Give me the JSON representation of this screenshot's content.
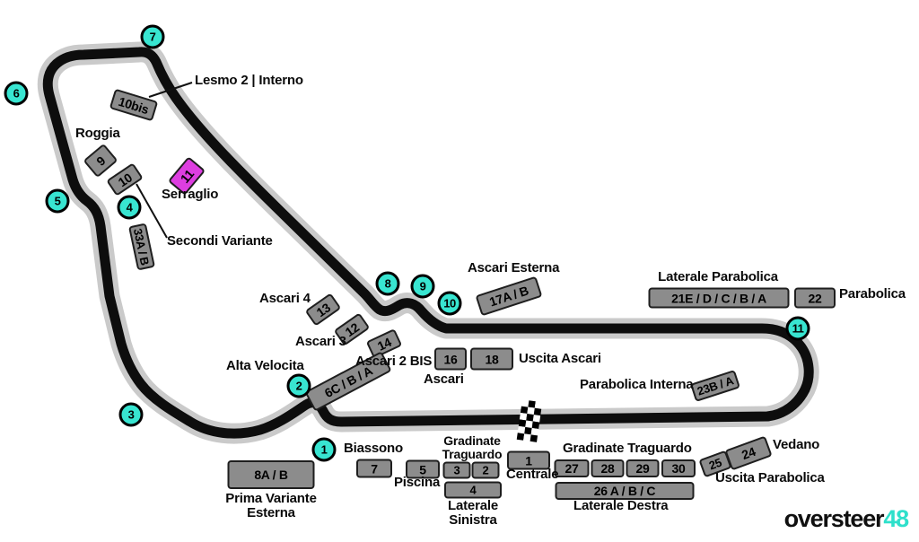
{
  "colors": {
    "cyan": "#38E5D1",
    "magenta": "#DD3EE0",
    "stand_gray": "#8C8C8C",
    "track_black": "#0D0D0D",
    "track_outline": "#CACACA"
  },
  "corner_markers": [
    "1",
    "2",
    "3",
    "4",
    "5",
    "6",
    "7",
    "8",
    "9",
    "10",
    "11"
  ],
  "grandstands": {
    "b10bis": "10bis",
    "b9": "9",
    "b10": "10",
    "b11": "11",
    "b33ab": "33A / B",
    "b13": "13",
    "b12": "12",
    "b14": "14",
    "b6cba": "6C / B / A",
    "b17ab": "17A / B",
    "b16": "16",
    "b18": "18",
    "b21": "21E / D / C / B / A",
    "b22": "22",
    "b23ba": "23B / A",
    "b8ab": "8A / B",
    "b7": "7",
    "b5": "5",
    "b3": "3",
    "b2": "2",
    "b1": "1",
    "b4": "4",
    "b27": "27",
    "b28": "28",
    "b29": "29",
    "b30": "30",
    "b26abc": "26 A / B / C",
    "b25": "25",
    "b24": "24"
  },
  "labels": {
    "lesmo2_interno": "Lesmo 2 | Interno",
    "roggia": "Roggia",
    "serraglio": "Serraglio",
    "secondi_variante": "Secondi Variante",
    "ascari4": "Ascari 4",
    "ascari3": "Ascari 3",
    "ascari2bis": "Ascari 2 BIS",
    "ascari": "Ascari",
    "alta_velocita": "Alta Velocita",
    "ascari_esterna": "Ascari Esterna",
    "uscita_ascari": "Uscita Ascari",
    "laterale_parabolica": "Laterale Parabolica",
    "parabolica": "Parabolica",
    "parabolica_interna": "Parabolica Interna",
    "vedano": "Vedano",
    "uscita_parabolica": "Uscita Parabolica",
    "biassono": "Biassono",
    "piscina": "Piscina",
    "gradinate_traguardo_l1": "Gradinate",
    "gradinate_traguardo_l2": "Traguardo",
    "centrale": "Centrale",
    "laterale_sinistra_l1": "Laterale",
    "laterale_sinistra_l2": "Sinistra",
    "gradinate_traguardo_right": "Gradinate Traguardo",
    "laterale_destra": "Laterale Destra",
    "prima_variante_l1": "Prima Variante",
    "prima_variante_l2": "Esterna"
  },
  "logo": {
    "text_black": "oversteer",
    "text_accent": "48"
  }
}
